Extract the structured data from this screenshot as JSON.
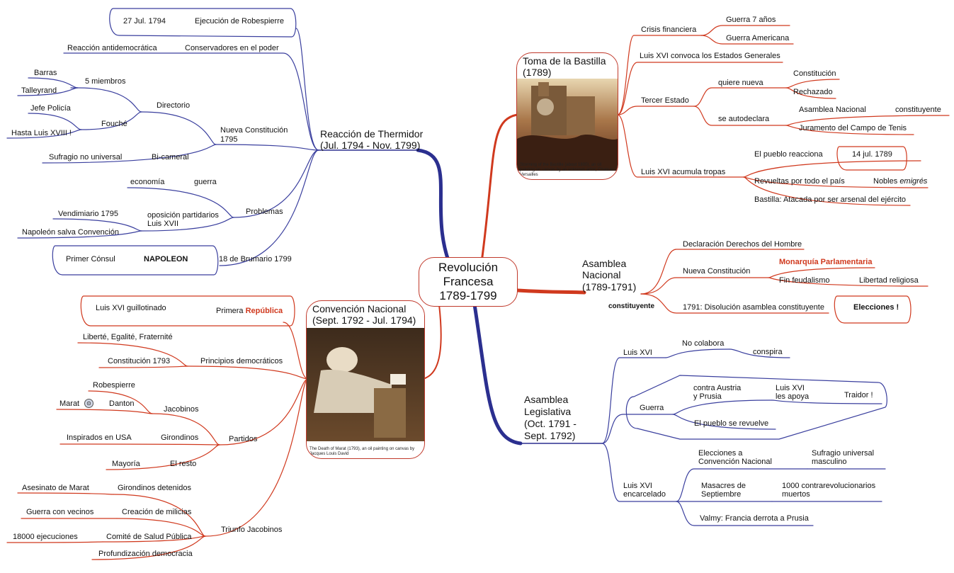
{
  "center": {
    "line1": "Revolución",
    "line2": "Francesa",
    "line3": "1789-1799"
  },
  "thermidor": {
    "title1": "Reacción de Thermidor",
    "title2": "(Jul. 1794 - Nov. 1799)",
    "robespierre_date": "27 Jul. 1794",
    "robespierre_exec": "Ejecución de Robespierre",
    "reaccion": "Reacción antidemocrática",
    "conservadores": "Conservadores en el poder",
    "barras": "Barras",
    "talleyrand": "Talleyrand",
    "cinco": "5 miembros",
    "directorio": "Directorio",
    "jefe": "Jefe Policía",
    "fouche": "Fouché",
    "hasta": "Hasta Luis XVIII !",
    "nueva1": "Nueva Constitución",
    "nueva2": "1795",
    "sufragio": "Sufragio no universal",
    "bicameral": "Bi-cameral",
    "economia": "economía",
    "guerra": "guerra",
    "problemas": "Problemas",
    "vendimiario": "Vendimiario 1795",
    "oposicion1": "oposición partidarios",
    "oposicion2": "Luis XVII",
    "napoleon_salva": "Napoleón salva Convención",
    "primer_consul": "Primer Cónsul",
    "napoleon": "NAPOLEON",
    "brumario": "18 de Brumario 1799"
  },
  "convencion": {
    "title1": "Convención Nacional",
    "title2": "(Sept. 1792 - Jul. 1794)",
    "caption": "The Death of Marat (1793), an oil painting on canvas by Jacques Louis David",
    "guillotinado": "Luis XVI guillotinado",
    "primera": "Primera",
    "republica": "República",
    "libertad": "Liberté, Egalité, Fraternité",
    "constitucion": "Constitución 1793",
    "principios": "Principios democráticos",
    "robespierre": "Robespierre",
    "marat": "Marat",
    "danton": "Danton",
    "jacobinos": "Jacobinos",
    "inspirados": "Inspirados en USA",
    "girondinos": "Girondinos",
    "partidos": "Partidos",
    "mayoria": "Mayoría",
    "resto": "El resto",
    "asesinato": "Asesinato de Marat",
    "detenidos": "Girondinos detenidos",
    "vecinos": "Guerra con vecinos",
    "milicias": "Creación de milicias",
    "ejecuciones": "18000 ejecuciones",
    "comite": "Comité de Salud Pública",
    "profundizacion": "Profundización democracia",
    "triunfo": "Triunfo Jacobinos"
  },
  "bastilla": {
    "title1": "Toma de la Bastilla",
    "title2": "(1789)",
    "caption": "Storming of the Bastille (about 1800), an oil painting on canvas by an unknown artist; Chateau Versailles",
    "crisis": "Crisis financiera",
    "guerra7": "Guerra 7 años",
    "guerra_am": "Guerra Americana",
    "convoca": "Luis XVI convoca los Estados Generales",
    "tercer": "Tercer Estado",
    "quiere": "quiere nueva",
    "constitucion": "Constitución",
    "rechazado": "Rechazado",
    "autodeclara": "se autodeclara",
    "asamblea": "Asamblea Nacional",
    "constituyente": "constituyente",
    "juramento": "Juramento del Campo de Tenis",
    "acumula": "Luis XVI acumula tropas",
    "reacciona": "El pueblo reacciona",
    "fecha": "14 jul. 1789",
    "revueltas": "Revueltas por todo el país",
    "nobles": "Nobles",
    "emigres": "emigrés",
    "atacada": "Bastilla: Atacada por ser arsenal del ejército"
  },
  "asamblea_nacional": {
    "title1": "Asamblea",
    "title2": "Nacional",
    "title3": "(1789-1791)",
    "constituyente": "constituyente",
    "declaracion": "Declaración Derechos del Hombre",
    "nueva": "Nueva Constitución",
    "monarquia": "Monarquía Parlamentaria",
    "fin": "Fin feudalismo",
    "libertad": "Libertad religiosa",
    "disolucion": "1791: Disolución asamblea constituyente",
    "elecciones": "Elecciones !"
  },
  "legislativa": {
    "title1": "Asamblea",
    "title2": "Legislativa",
    "title3": "(Oct. 1791 -",
    "title4": "Sept. 1792)",
    "luis": "Luis XVI",
    "no_colabora": "No colabora",
    "conspira": "conspira",
    "guerra": "Guerra",
    "contra1": "contra Austria",
    "contra2": "y Prusia",
    "apoya1": "Luis XVI",
    "apoya2": "les apoya",
    "traidor": "Traidor !",
    "revuelve": "El pueblo se revuelve",
    "encarcelado1": "Luis XVI",
    "encarcelado2": "encarcelado",
    "elecciones1": "Elecciones a",
    "elecciones2": "Convención Nacional",
    "sufragio1": "Sufragio universal",
    "sufragio2": "masculino",
    "masacres1": "Masacres de",
    "masacres2": "Septiembre",
    "mil1": "1000 contrarevolucionarios",
    "mil2": "muertos",
    "valmy": "Valmy: Francia derrota a Prusia"
  },
  "colors": {
    "blue": "#3a3f9e",
    "red": "#d0391e",
    "thick_blue": "#2b2f8f"
  }
}
